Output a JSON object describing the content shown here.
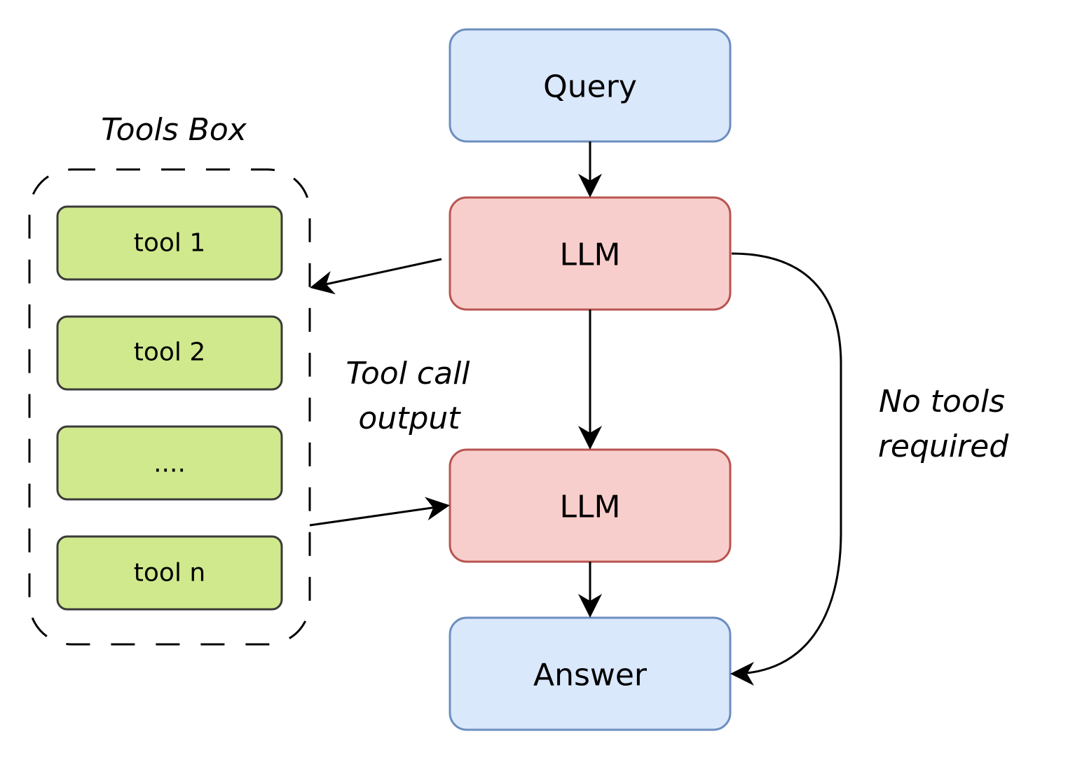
{
  "colors": {
    "io_fill": "#dae8fc",
    "io_stroke": "#6c8ebf",
    "llm_fill": "#f8cecc",
    "llm_stroke": "#b85450",
    "tool_fill": "#d0e98c",
    "tool_stroke": "#3a3a3a",
    "line": "#000000"
  },
  "nodes": {
    "query": "Query",
    "llm_top": "LLM",
    "llm_bottom": "LLM",
    "answer": "Answer"
  },
  "tools_box": {
    "title": "Tools Box",
    "tools": [
      "tool 1",
      "tool 2",
      "....",
      "tool n"
    ]
  },
  "edge_labels": {
    "tool_call_output_line1": "Tool call",
    "tool_call_output_line2": "output",
    "no_tools_line1": "No tools",
    "no_tools_line2": "required"
  }
}
